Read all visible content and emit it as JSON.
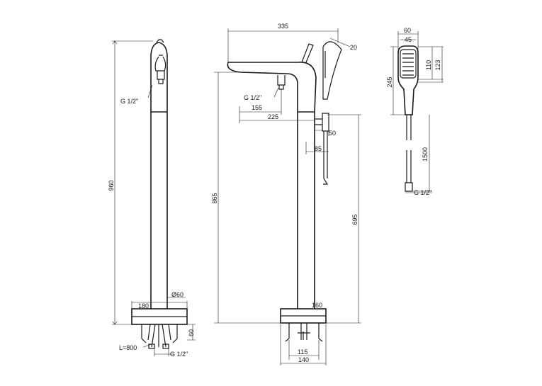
{
  "labels": {
    "side_height": "960",
    "side_thread": "G 1/2\"",
    "side_diameter": "Ø60",
    "side_base_width": "180",
    "side_base_height": "60",
    "side_hose": "L=800",
    "side_inlet": "G 1/2\"",
    "front_top_width": "335",
    "front_handle_angle": "20",
    "front_thread": "G 1/2\"",
    "front_spout_155": "155",
    "front_spout_225": "225",
    "front_height": "865",
    "front_outlet_height": "695",
    "front_holder_50": "50",
    "front_holder_85": "85",
    "front_base_160": "160",
    "front_base_115": "115",
    "front_base_140": "140",
    "hand_width": "60",
    "hand_head_width": "45",
    "hand_head_110": "110",
    "hand_head_123": "123",
    "hand_length": "245",
    "hand_hose": "1500",
    "hand_thread": "G 1/2\""
  }
}
